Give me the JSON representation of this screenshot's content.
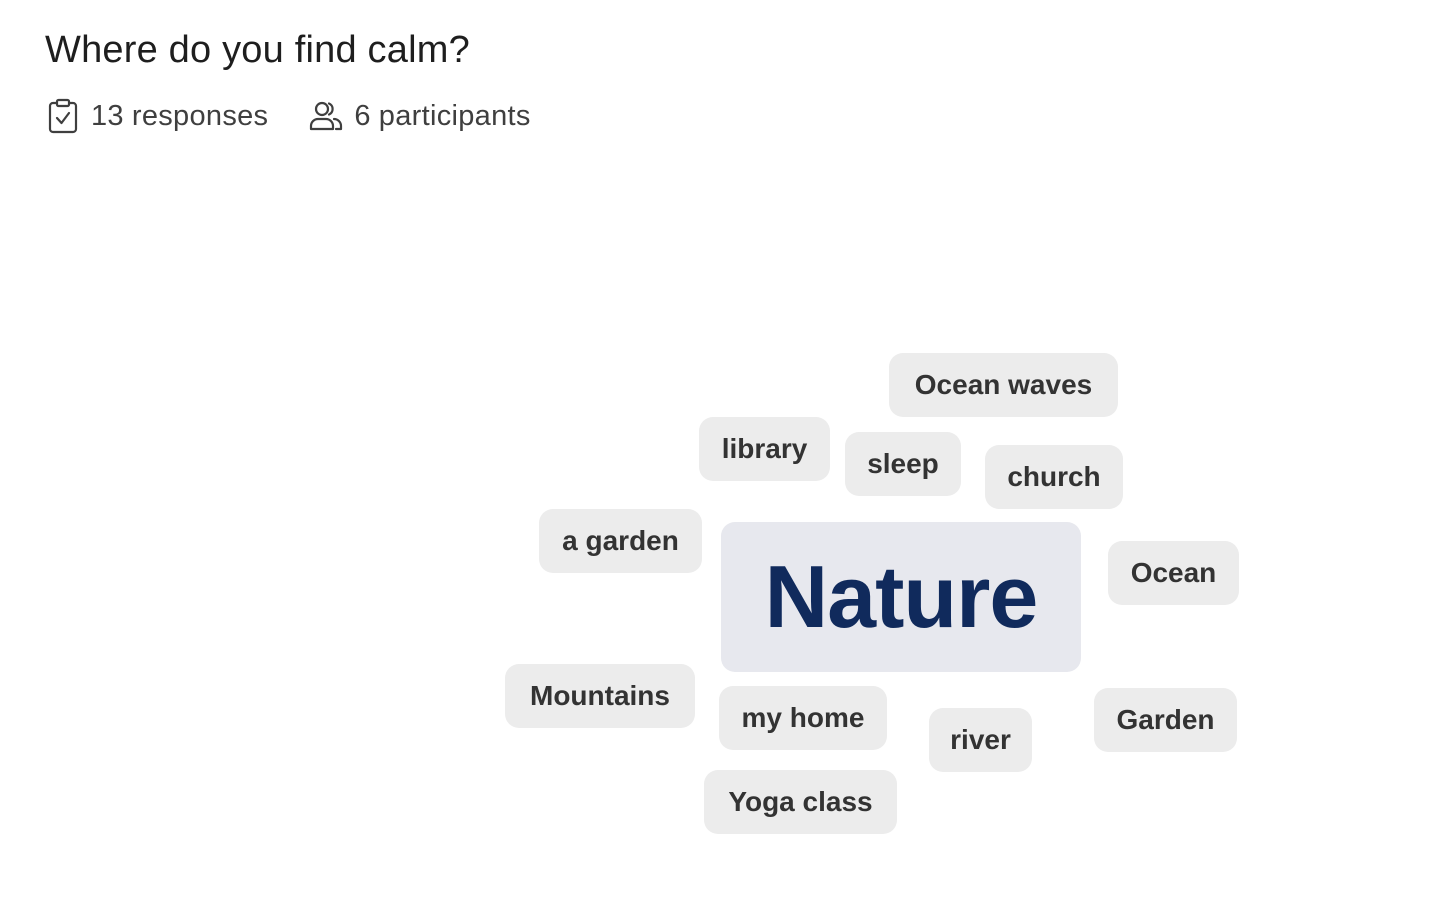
{
  "question": {
    "title": "Where do you find calm?"
  },
  "stats": {
    "responses": {
      "icon": "clipboard-check-icon",
      "count": "13",
      "label": "responses"
    },
    "participants": {
      "icon": "users-icon",
      "count": "6",
      "label": "participants"
    }
  },
  "word_cloud": {
    "words": [
      "Ocean waves",
      "library",
      "sleep",
      "church",
      "a garden",
      "Nature",
      "Ocean",
      "Mountains",
      "my home",
      "river",
      "Garden",
      "Yoga class"
    ],
    "colors": {
      "pill_background": "#ececec",
      "pill_text": "#333333",
      "highlight_background": "#e7e8ee",
      "highlight_text": "#102a5c"
    }
  }
}
